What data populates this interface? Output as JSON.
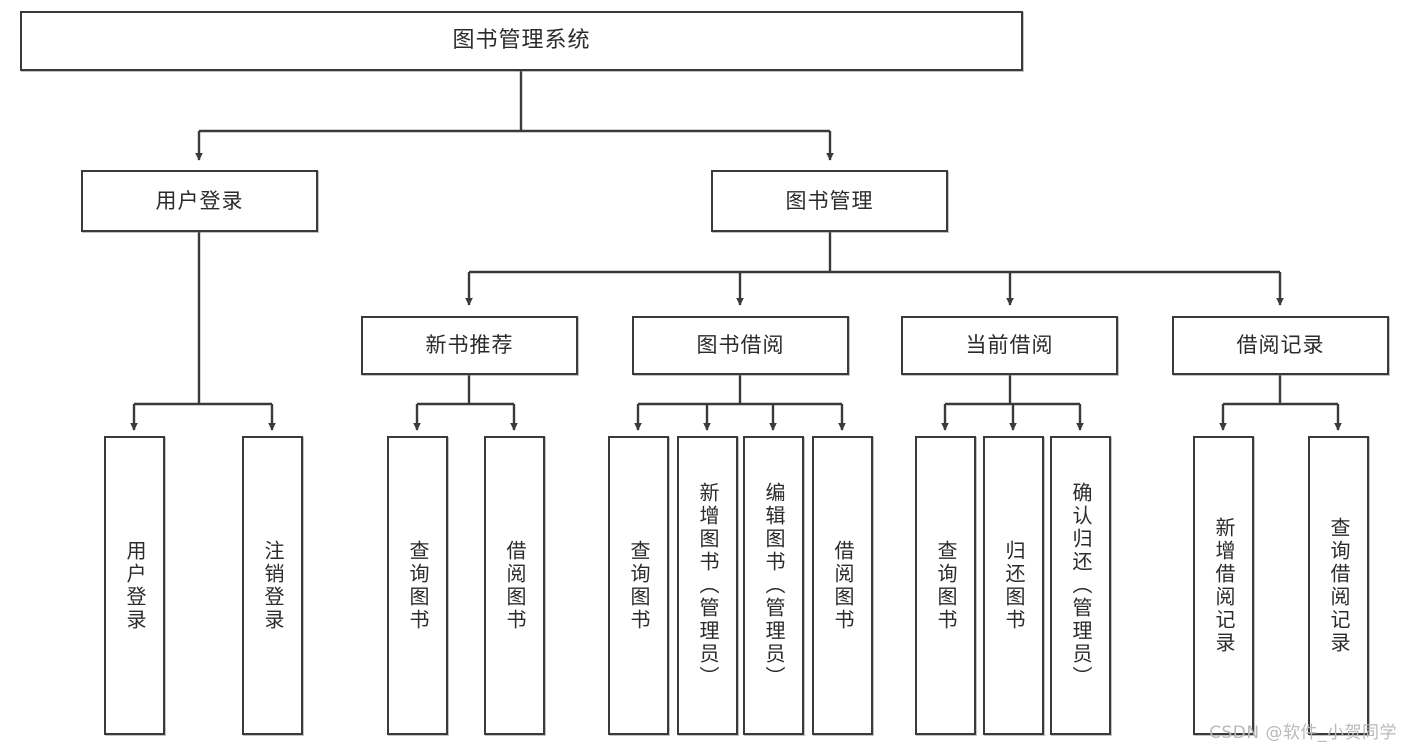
{
  "diagram": {
    "type": "tree",
    "title": "图书管理系统",
    "watermark": "CSDN @软件_小贺同学",
    "colors": {
      "box_border": "#3a3a3a",
      "box_fill": "#ffffff",
      "edge": "#3a3a3a",
      "text": "#2b2b2b",
      "watermark": "#b9b9b9"
    },
    "nodes": {
      "root": {
        "label": "图书管理系统",
        "level": 1,
        "orientation": "horizontal"
      },
      "l2": [
        {
          "id": "user_login",
          "label": "用户登录",
          "level": 2,
          "orientation": "horizontal"
        },
        {
          "id": "book_manage",
          "label": "图书管理",
          "level": 2,
          "orientation": "horizontal"
        }
      ],
      "l3": [
        {
          "id": "new_book_rec",
          "label": "新书推荐",
          "level": 3,
          "orientation": "horizontal",
          "parent": "book_manage"
        },
        {
          "id": "book_borrow",
          "label": "图书借阅",
          "level": 3,
          "orientation": "horizontal",
          "parent": "book_manage"
        },
        {
          "id": "current_borrow",
          "label": "当前借阅",
          "level": 3,
          "orientation": "horizontal",
          "parent": "book_manage"
        },
        {
          "id": "borrow_record",
          "label": "借阅记录",
          "level": 3,
          "orientation": "horizontal",
          "parent": "book_manage"
        }
      ],
      "leaves": [
        {
          "id": "leaf_user_login",
          "label": "用户登录",
          "parent": "user_login",
          "orientation": "vertical"
        },
        {
          "id": "leaf_logout",
          "label": "注销登录",
          "parent": "user_login",
          "orientation": "vertical"
        },
        {
          "id": "leaf_query_book_1",
          "label": "查询图书",
          "parent": "new_book_rec",
          "orientation": "vertical"
        },
        {
          "id": "leaf_borrow_book_1",
          "label": "借阅图书",
          "parent": "new_book_rec",
          "orientation": "vertical"
        },
        {
          "id": "leaf_query_book_2",
          "label": "查询图书",
          "parent": "book_borrow",
          "orientation": "vertical"
        },
        {
          "id": "leaf_add_book",
          "label": "新增图书（管理员）",
          "parent": "book_borrow",
          "orientation": "vertical"
        },
        {
          "id": "leaf_edit_book",
          "label": "编辑图书（管理员）",
          "parent": "book_borrow",
          "orientation": "vertical"
        },
        {
          "id": "leaf_borrow_book_2",
          "label": "借阅图书",
          "parent": "book_borrow",
          "orientation": "vertical"
        },
        {
          "id": "leaf_query_book_3",
          "label": "查询图书",
          "parent": "current_borrow",
          "orientation": "vertical"
        },
        {
          "id": "leaf_return_book",
          "label": "归还图书",
          "parent": "current_borrow",
          "orientation": "vertical"
        },
        {
          "id": "leaf_confirm_return",
          "label": "确认归还（管理员）",
          "parent": "current_borrow",
          "orientation": "vertical"
        },
        {
          "id": "leaf_add_record",
          "label": "新增借阅记录",
          "parent": "borrow_record",
          "orientation": "vertical"
        },
        {
          "id": "leaf_query_record",
          "label": "查询借阅记录",
          "parent": "borrow_record",
          "orientation": "vertical"
        }
      ]
    }
  }
}
